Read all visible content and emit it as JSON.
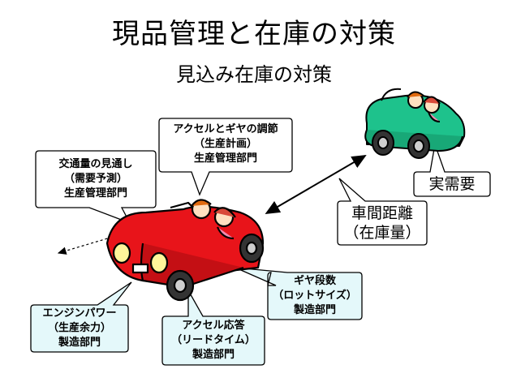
{
  "title": "現品管理と在庫の対策",
  "subtitle": "見込み在庫の対策",
  "callouts": {
    "accel": [
      "アクセルとギヤの調節",
      "（生産計画）",
      "生産管理部門"
    ],
    "traffic": [
      "交通量の見通し",
      "（需要予測）",
      "生産管理部門"
    ],
    "real_demand": "実需要",
    "distance": [
      "車間距離",
      "（在庫量）"
    ],
    "gear": [
      "ギヤ段数",
      "（ロットサイズ）",
      "製造部門"
    ],
    "engine": [
      "エンジンパワー",
      "（生産余力）",
      "製造部門"
    ],
    "response": [
      "アクセル応答",
      "（リードタイム）",
      "製造部門"
    ]
  },
  "colors": {
    "front_car": "#e8141a",
    "rear_car": "#1ec28c",
    "callout_blue": "#e4f8fa",
    "callout_white": "#ffffff"
  }
}
